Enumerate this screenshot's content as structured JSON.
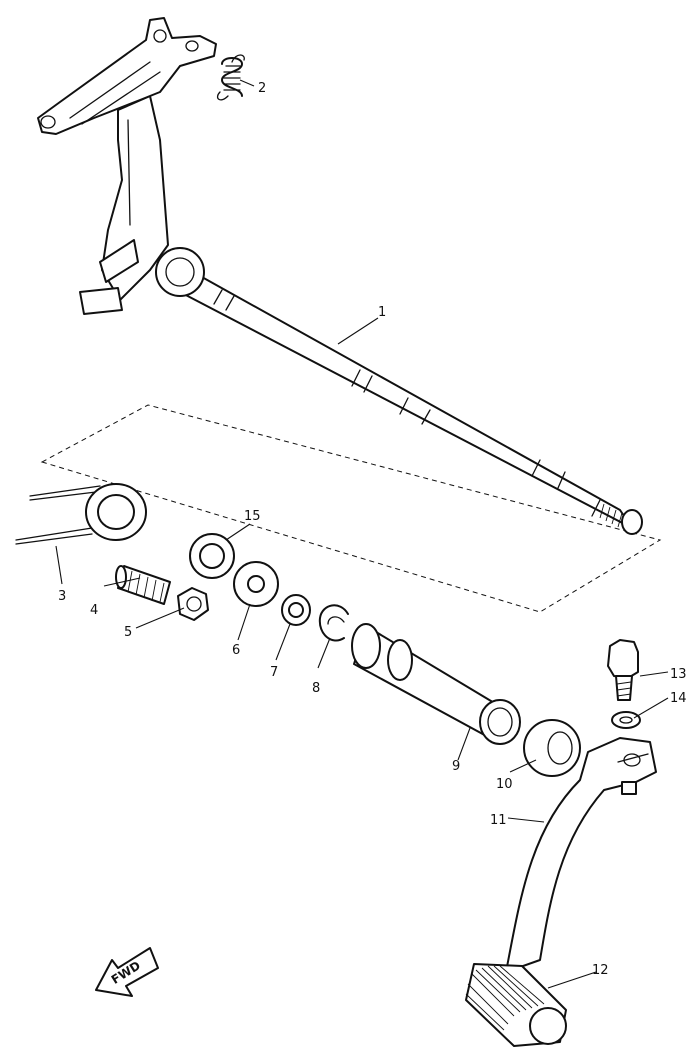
{
  "callouts": [
    {
      "id": "1",
      "label": "1"
    },
    {
      "id": "2",
      "label": "2"
    },
    {
      "id": "3",
      "label": "3"
    },
    {
      "id": "4",
      "label": "4"
    },
    {
      "id": "5",
      "label": "5"
    },
    {
      "id": "6",
      "label": "6"
    },
    {
      "id": "7",
      "label": "7"
    },
    {
      "id": "8",
      "label": "8"
    },
    {
      "id": "9",
      "label": "9"
    },
    {
      "id": "10",
      "label": "10"
    },
    {
      "id": "11",
      "label": "11"
    },
    {
      "id": "12",
      "label": "12"
    },
    {
      "id": "13",
      "label": "13"
    },
    {
      "id": "14",
      "label": "14"
    },
    {
      "id": "15",
      "label": "15"
    }
  ],
  "fwd_label": "FWD"
}
